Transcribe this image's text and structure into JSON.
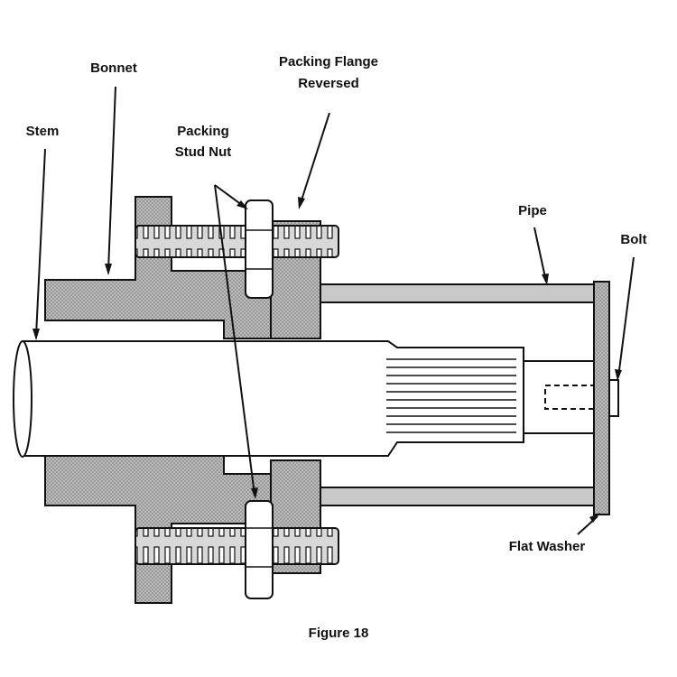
{
  "labels": {
    "bonnet": "Bonnet",
    "stem": "Stem",
    "packing_flange_line1": "Packing Flange",
    "packing_flange_line2": "Reversed",
    "packing_stud_nut_line1": "Packing",
    "packing_stud_nut_line2": "Stud Nut",
    "pipe": "Pipe",
    "bolt": "Bolt",
    "flat_washer": "Flat Washer"
  },
  "caption": "Figure 18"
}
